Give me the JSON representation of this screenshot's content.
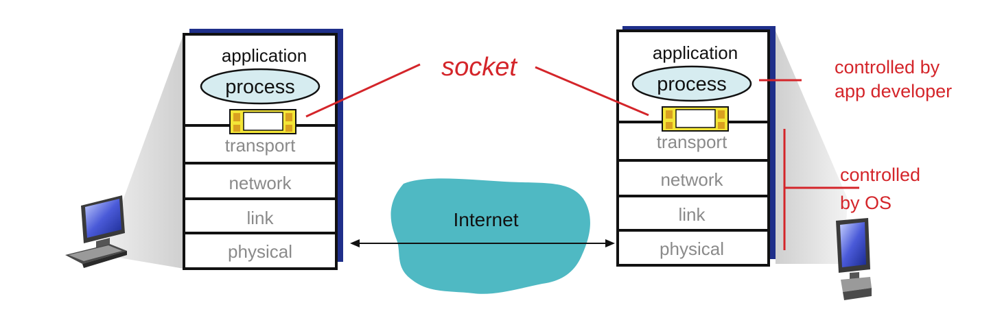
{
  "hosts": [
    {
      "application": "application",
      "process": "process",
      "layers": [
        "transport",
        "network",
        "link",
        "physical"
      ]
    },
    {
      "application": "application",
      "process": "process",
      "layers": [
        "transport",
        "network",
        "link",
        "physical"
      ]
    }
  ],
  "internet": {
    "label": "Internet"
  },
  "socket_label": "socket",
  "annotations": {
    "app_developer": [
      "controlled by",
      "app developer"
    ],
    "os": [
      "controlled",
      "by OS"
    ]
  },
  "colors": {
    "annotation_red": "#d4252a",
    "cloud": "#4fb9c3",
    "process_fill": "#d6ecf0",
    "socket_fill": "#f4e637",
    "stack_shadow": "#1f2f8a",
    "layer_text": "#8a8a8a"
  },
  "icons": [
    "computer-icon",
    "computer-icon"
  ]
}
